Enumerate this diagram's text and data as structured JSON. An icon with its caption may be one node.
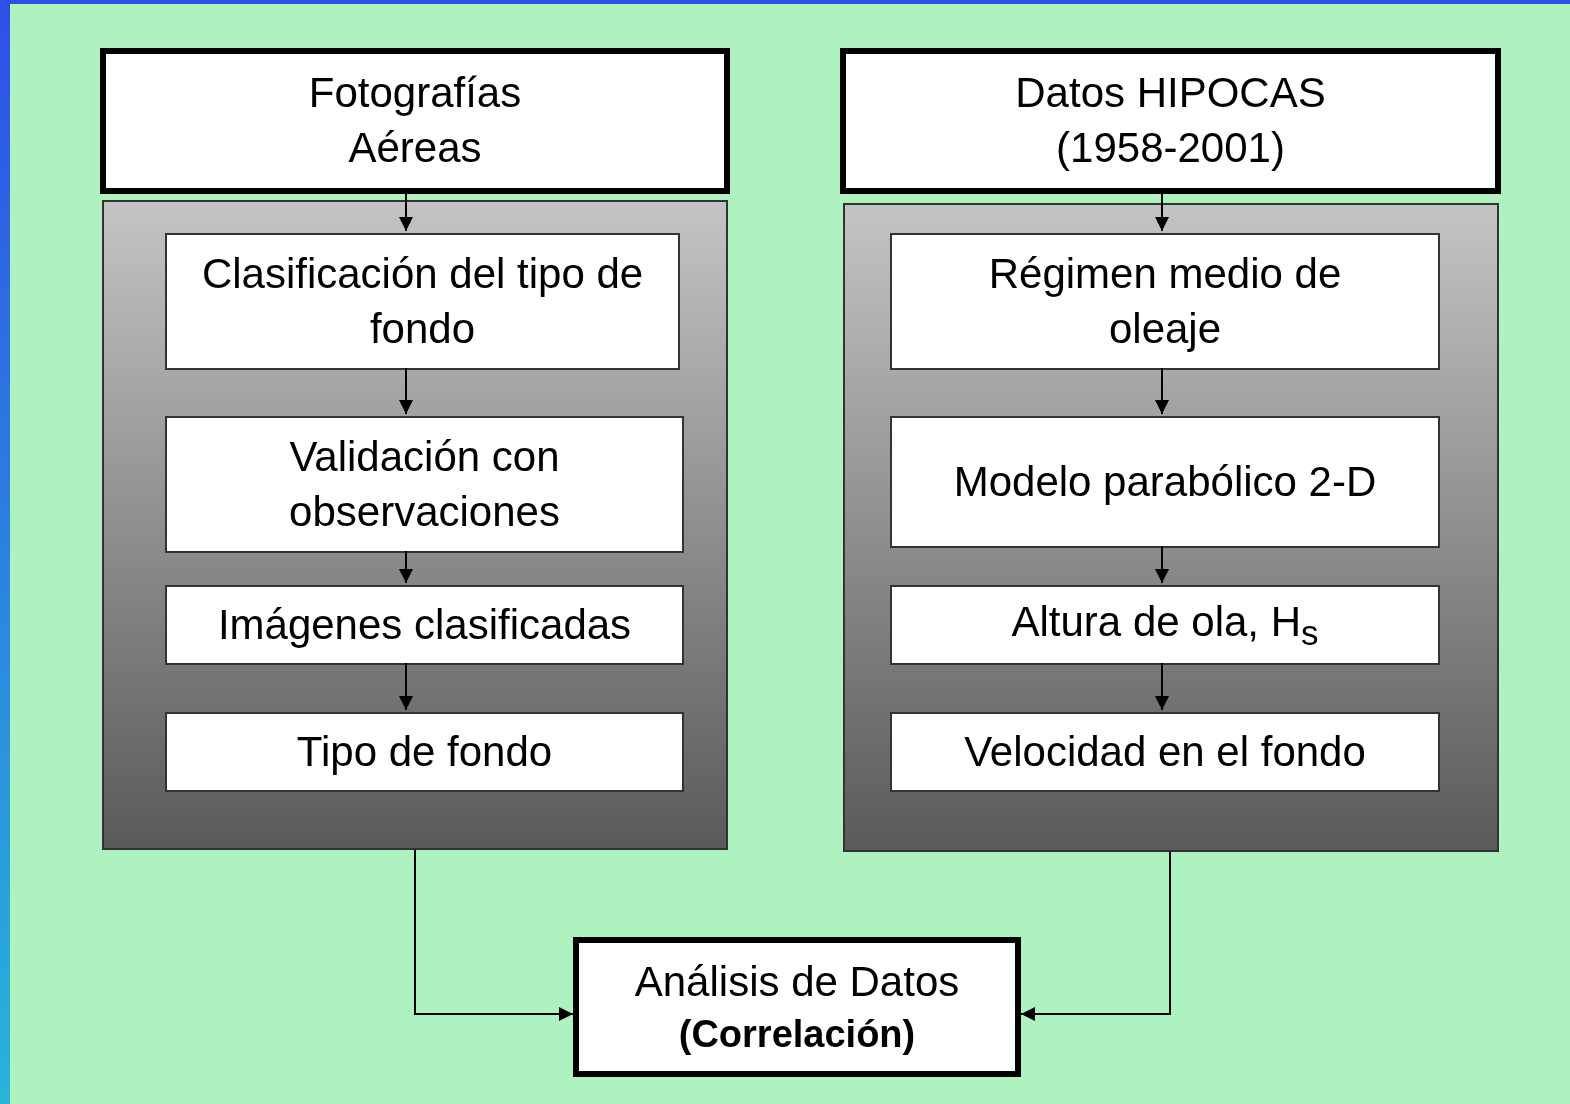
{
  "diagram": {
    "nodes": [
      {
        "text": [
          "Fotografías Aéreas"
        ]
      },
      {
        "text": [],
        "shape": "box"
      },
      {
        "text": [
          "Clasificación del tipo de fondo"
        ],
        "in": 1
      },
      {
        "text": [
          "Validación con observaciones"
        ],
        "in": 1
      },
      {
        "text": [
          "Imágenes clasificadas"
        ],
        "in": 1
      },
      {
        "text": [
          "Tipo de fondo"
        ],
        "in": 1
      },
      {
        "text": [
          "Datos HIPOCAS (1958-2001)"
        ]
      },
      {
        "text": [],
        "shape": "box"
      },
      {
        "text": [
          "Régimen medio de oleaje"
        ],
        "in": 7
      },
      {
        "text": [
          "Modelo parabólico 2-D"
        ],
        "in": 7
      },
      {
        "text": [
          "Altura de ola, H$_{s}$"
        ],
        "in": 7
      },
      {
        "text": [
          "Velocidad en el fondo"
        ],
        "in": 7
      },
      {
        "text": [
          "Análisis de Datos",
          "(Correlación)"
        ]
      }
    ],
    "edges": [
      {
        "from": 0,
        "to": 2,
        "arrow": "to"
      },
      {
        "from": 2,
        "to": 3,
        "arrow": "to"
      },
      {
        "from": 3,
        "to": 4,
        "arrow": "to"
      },
      {
        "from": 4,
        "to": 5,
        "arrow": "to"
      },
      {
        "from": 6,
        "to": 8,
        "arrow": "to"
      },
      {
        "from": 8,
        "to": 9,
        "arrow": "to"
      },
      {
        "from": 9,
        "to": 10,
        "arrow": "to"
      },
      {
        "from": 10,
        "to": 11,
        "arrow": "to"
      },
      {
        "from": 1,
        "to": 12,
        "arrow": "to"
      },
      {
        "from": 7,
        "to": 12,
        "arrow": "to"
      }
    ]
  }
}
